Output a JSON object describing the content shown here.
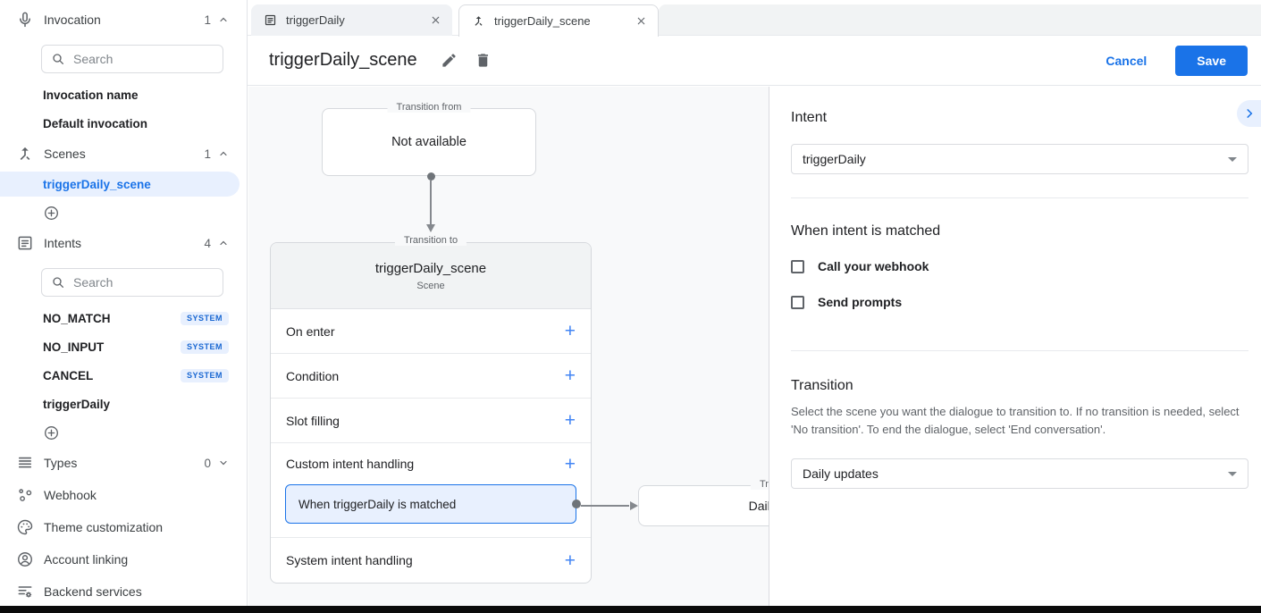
{
  "colors": {
    "accent": "#1a73e8",
    "selected_bg": "#e8f0fe",
    "badge_text": "#1967d2",
    "save_button_bg": "#1a73e8",
    "canvas_bg": "#f8f9fa",
    "card_header_bg": "#f1f3f4"
  },
  "sidebar": {
    "invocation": {
      "label": "Invocation",
      "count": "1",
      "search_placeholder": "Search",
      "items": [
        "Invocation name",
        "Default invocation"
      ]
    },
    "scenes": {
      "label": "Scenes",
      "count": "1",
      "selected_item": "triggerDaily_scene"
    },
    "intents": {
      "label": "Intents",
      "count": "4",
      "search_placeholder": "Search",
      "items": [
        {
          "name": "NO_MATCH",
          "badge": "SYSTEM"
        },
        {
          "name": "NO_INPUT",
          "badge": "SYSTEM"
        },
        {
          "name": "CANCEL",
          "badge": "SYSTEM"
        },
        {
          "name": "triggerDaily",
          "badge": ""
        }
      ]
    },
    "types": {
      "label": "Types",
      "count": "0"
    },
    "links": [
      {
        "label": "Webhook"
      },
      {
        "label": "Theme customization"
      },
      {
        "label": "Account linking"
      },
      {
        "label": "Backend services"
      }
    ]
  },
  "tabs": [
    {
      "label": "triggerDaily"
    },
    {
      "label": "triggerDaily_scene"
    }
  ],
  "header": {
    "title": "triggerDaily_scene",
    "cancel_label": "Cancel",
    "save_label": "Save"
  },
  "canvas": {
    "transition_from": {
      "legend": "Transition from",
      "content": "Not available"
    },
    "scene_card": {
      "legend": "Transition to",
      "title": "triggerDaily_scene",
      "subtitle": "Scene",
      "rows": [
        "On enter",
        "Condition",
        "Slot filling",
        "Custom intent handling",
        "System intent handling"
      ],
      "selected_handler": "When triggerDaily is matched"
    },
    "next_scene": {
      "legend": "Transition to",
      "content": "Daily updates"
    }
  },
  "panel": {
    "intent": {
      "heading": "Intent",
      "value": "triggerDaily"
    },
    "matched": {
      "heading": "When intent is matched",
      "checkboxes": [
        "Call your webhook",
        "Send prompts"
      ]
    },
    "transition": {
      "heading": "Transition",
      "description": "Select the scene you want the dialogue to transition to. If no transition is needed, select 'No transition'. To end the dialogue, select 'End conversation'.",
      "value": "Daily updates"
    }
  }
}
